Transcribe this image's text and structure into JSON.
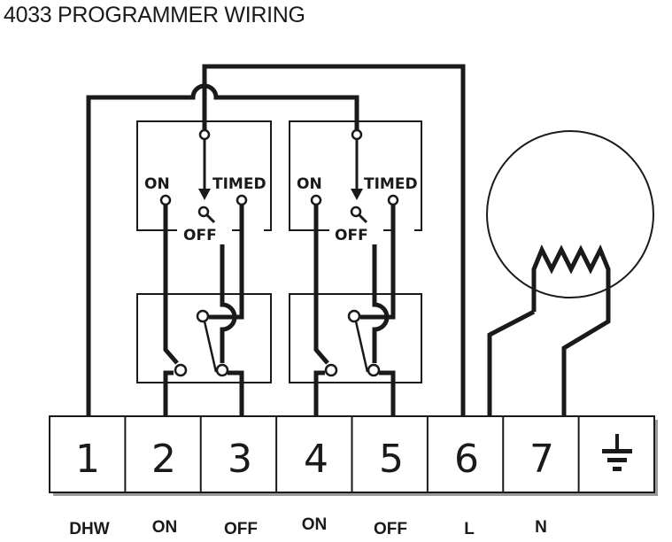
{
  "title": "4033 PROGRAMMER WIRING",
  "switches": [
    {
      "on_label": "ON",
      "timed_label": "TIMED",
      "off_label": "OFF"
    },
    {
      "on_label": "ON",
      "timed_label": "TIMED",
      "off_label": "OFF"
    }
  ],
  "terminals": [
    {
      "number": "1",
      "function": "DHW"
    },
    {
      "number": "2",
      "function": "ON"
    },
    {
      "number": "3",
      "function": "OFF"
    },
    {
      "number": "4",
      "function": "ON"
    },
    {
      "number": "5",
      "function": "OFF"
    },
    {
      "number": "6",
      "function": "L"
    },
    {
      "number": "7",
      "function": "N"
    },
    {
      "number": "",
      "function": "",
      "icon": "earth-ground-icon"
    }
  ],
  "colors": {
    "ink": "#1a1a1a",
    "background": "#ffffff"
  }
}
